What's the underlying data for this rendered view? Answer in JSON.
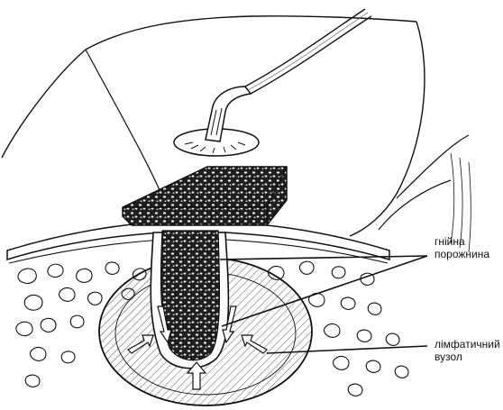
{
  "labels": {
    "cavity_line1": "гнійна",
    "cavity_line2": "порожнина",
    "node_line1": "лімфатичний",
    "node_line2": "вузол"
  }
}
